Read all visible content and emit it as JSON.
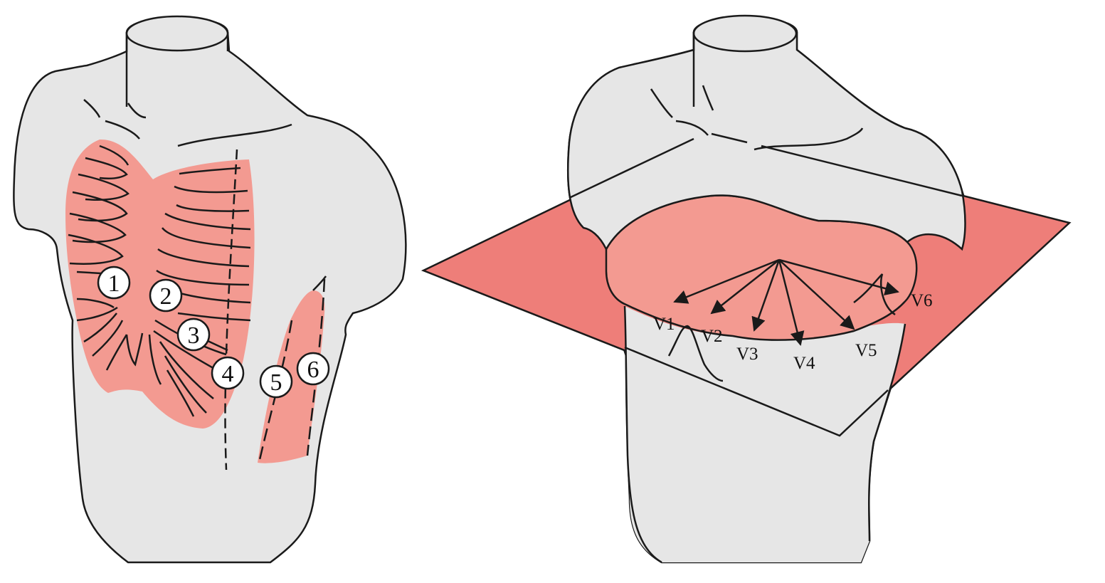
{
  "colors": {
    "skin": "#e6e6e6",
    "outline": "#1a1a1a",
    "chest_region": "#f39a91",
    "plane": "#ee7e79",
    "disc": "#f39a91",
    "electrode_fill": "#ffffff"
  },
  "left_figure": {
    "electrodes": [
      {
        "label": "1"
      },
      {
        "label": "2"
      },
      {
        "label": "3"
      },
      {
        "label": "4"
      },
      {
        "label": "5"
      },
      {
        "label": "6"
      }
    ]
  },
  "right_figure": {
    "leads": [
      {
        "label": "V1"
      },
      {
        "label": "V2"
      },
      {
        "label": "V3"
      },
      {
        "label": "V4"
      },
      {
        "label": "V5"
      },
      {
        "label": "V6"
      }
    ]
  }
}
